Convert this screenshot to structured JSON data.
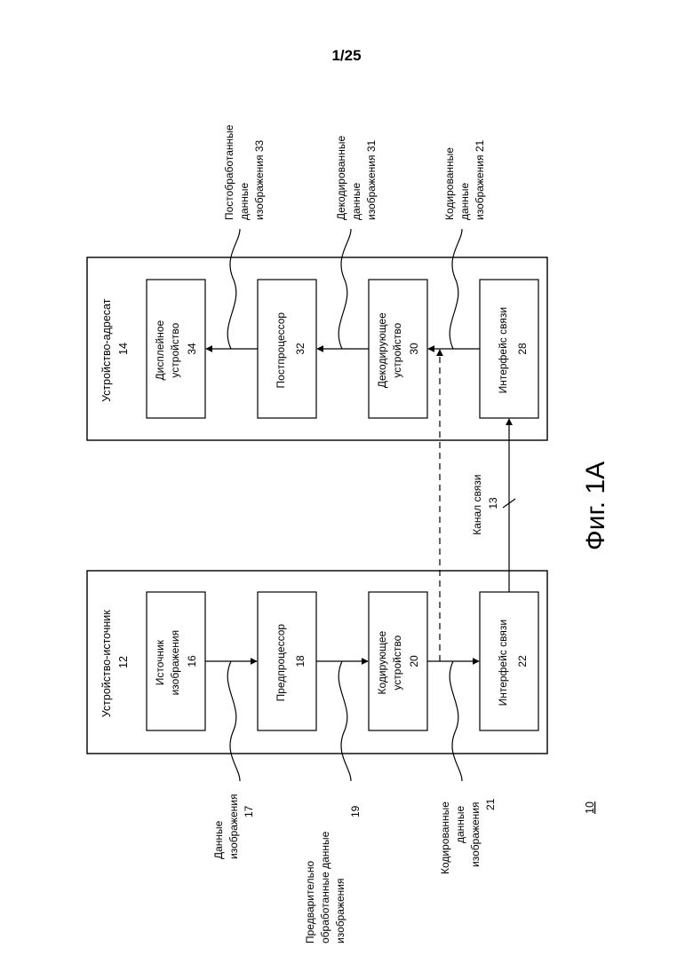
{
  "sheet_number": "1/25",
  "figure_label": "Фиг. 1А",
  "figure_ref": "10",
  "source_device": {
    "title": "Устройство-источник",
    "ref": "12",
    "blocks": [
      {
        "lines": [
          "Источник",
          "изображения"
        ],
        "ref": "16"
      },
      {
        "lines": [
          "Предпроцессор"
        ],
        "ref": "18"
      },
      {
        "lines": [
          "Кодирующее",
          "устройство"
        ],
        "ref": "20"
      },
      {
        "lines": [
          "Интерфейс связи"
        ],
        "ref": "22"
      }
    ]
  },
  "destination_device": {
    "title": "Устройство-адресат",
    "ref": "14",
    "blocks": [
      {
        "lines": [
          "Дисплейное",
          "устройство"
        ],
        "ref": "34"
      },
      {
        "lines": [
          "Постпроцессор"
        ],
        "ref": "32"
      },
      {
        "lines": [
          "Декодирующее",
          "устройство"
        ],
        "ref": "30"
      },
      {
        "lines": [
          "Интерфейс связи"
        ],
        "ref": "28"
      }
    ]
  },
  "channel": {
    "lines": [
      "Канал связи",
      "13"
    ]
  },
  "source_labels": [
    {
      "lines": [
        "Данные",
        "изображения",
        "17"
      ]
    },
    {
      "lines": [
        "Предварительно",
        "обработанные данные",
        "изображения",
        "19"
      ]
    },
    {
      "lines": [
        "Кодированные",
        "данные",
        "изображения",
        "21"
      ]
    }
  ],
  "destination_labels": [
    {
      "lines": [
        "Постобработанные",
        "данные",
        "изображения 33"
      ]
    },
    {
      "lines": [
        "Декодированные",
        "данные",
        "изображения 31"
      ]
    },
    {
      "lines": [
        "Кодированные",
        "данные",
        "изображения 21"
      ]
    }
  ]
}
